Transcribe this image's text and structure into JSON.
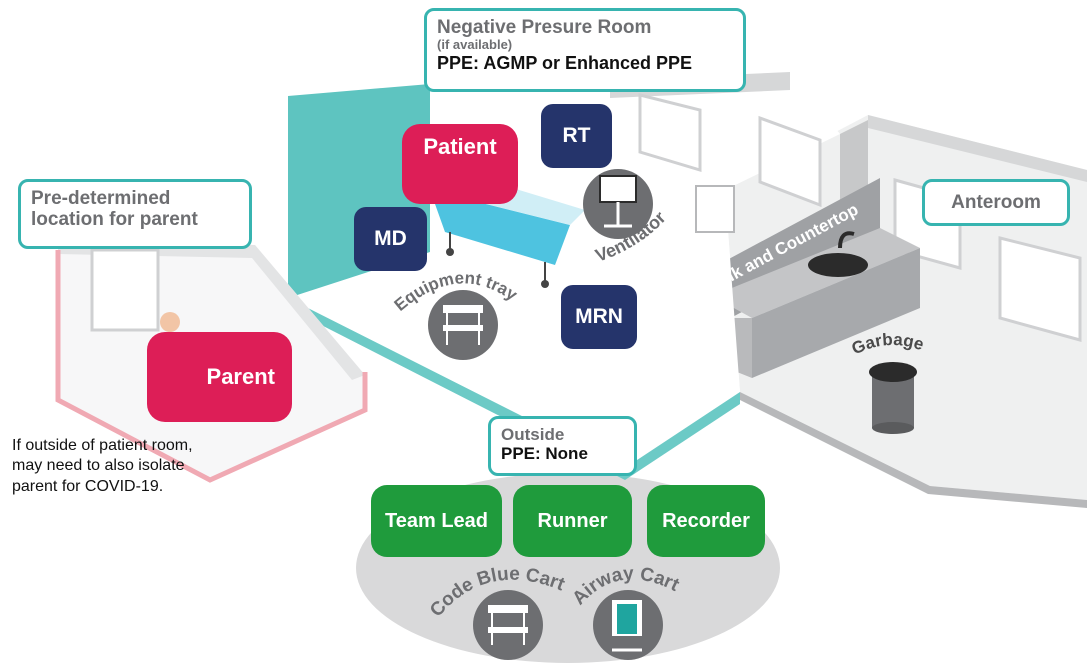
{
  "callouts": {
    "negative_pressure": {
      "title": "Negative Presure Room",
      "subtitle": "(if available)",
      "ppe": "PPE: AGMP or Enhanced PPE"
    },
    "parent_location": {
      "line1": "Pre-determined",
      "line2": "location for parent"
    },
    "anteroom": {
      "title": "Anteroom"
    },
    "outside": {
      "title": "Outside",
      "ppe": "PPE: None"
    }
  },
  "roles": {
    "patient": "Patient",
    "rt": "RT",
    "md": "MD",
    "mrn": "MRN",
    "parent": "Parent",
    "team_lead": "Team Lead",
    "runner": "Runner",
    "recorder": "Recorder"
  },
  "equipment": {
    "ventilator": "Ventilator",
    "equipment_tray": "Equipment tray",
    "sink_countertop": "Sink and Countertop",
    "garbage": "Garbage",
    "code_blue_cart": "Code Blue Cart",
    "airway_cart": "Airway Cart"
  },
  "note": {
    "text": "If outside of patient room, may need to also isolate parent for COVID-19."
  },
  "colors": {
    "teal": "#37b4b0",
    "teal_wall": "#5ec4c0",
    "navy": "#25346b",
    "crimson": "#dd1e57",
    "green": "#1f9b3c",
    "pink_outline": "#f0a9b3",
    "grey": "#6d6e71"
  }
}
